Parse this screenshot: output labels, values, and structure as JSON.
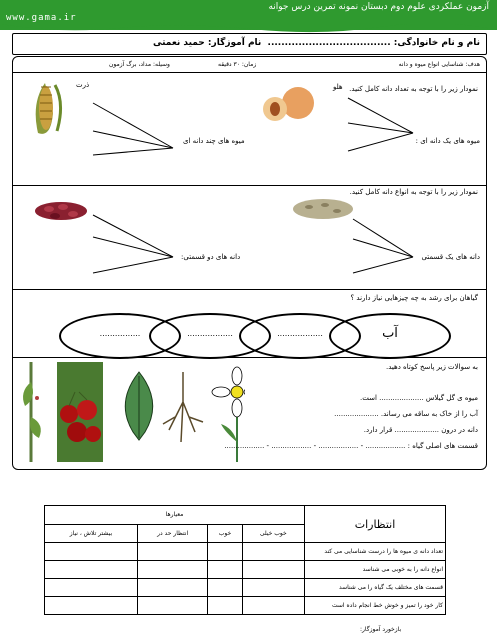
{
  "banner": {
    "site_url": "www.gama.ir",
    "title": "آزمون عملکردی علوم دوم دبستان نمونه تمرین درس جوانه"
  },
  "student": {
    "name_label": "نام و نام خانوادگی: ....................................",
    "teacher_label": "نام آموزگار: حمید نعمتی"
  },
  "info": {
    "goal": "هدف: شناسایی انواع میوه و دانه",
    "time": "زمان: ۳۰ دقیقه",
    "tools": "وسیله: مداد، برگ آزمون"
  },
  "section1": {
    "instruction": "نمودار زیر را با توجه به تعداد دانه کامل کنید.",
    "corn_label": "ذرت",
    "apricot_label": "هلو",
    "multi_seed_fruit": "میوه های چند دانه ای",
    "single_seed_fruit": "میوه های یک دانه ای :"
  },
  "section2": {
    "instruction": "نمودار زیر را با توجه به انواع دانه کامل کنید.",
    "two_part_seeds": "دانه های دو قسمتی:",
    "one_part_seeds": "دانه های یک قسمتی"
  },
  "section3": {
    "instruction": "گیاهان برای رشد به چه چیزهایی نیاز دارند ؟",
    "ovals": [
      "آب",
      "..................",
      "..................",
      "................"
    ]
  },
  "section4": {
    "instruction": "به سوالات زیر پاسخ کوتاه دهید.",
    "q1": "میوه ی گل گیلاس .................... است.",
    "q2": "آب را از خاک به ساقه می رساند. ....................",
    "q3": "دانه در درون .................... قرار دارد.",
    "q4": "قسمت های اصلی گیاه : .................. - .................. - .................. - .................."
  },
  "evaluation": {
    "title": "انتظارات",
    "criteria_header": "معیارها",
    "levels": [
      "خوب خیلی",
      "خوب",
      "انتظار حد در",
      "بیشتر تلاش ، نیاز"
    ],
    "rows": [
      "تعداد دانه ی میوه ها را درست شناسایی می کند",
      "انواع دانه را به خوبی می شناسد",
      "قسمت های مختلف یک گیاه را می شناسد",
      "کار خود را تمیز و خوش خط انجام داده است"
    ],
    "signature": "بازخورد آموزگار:"
  }
}
